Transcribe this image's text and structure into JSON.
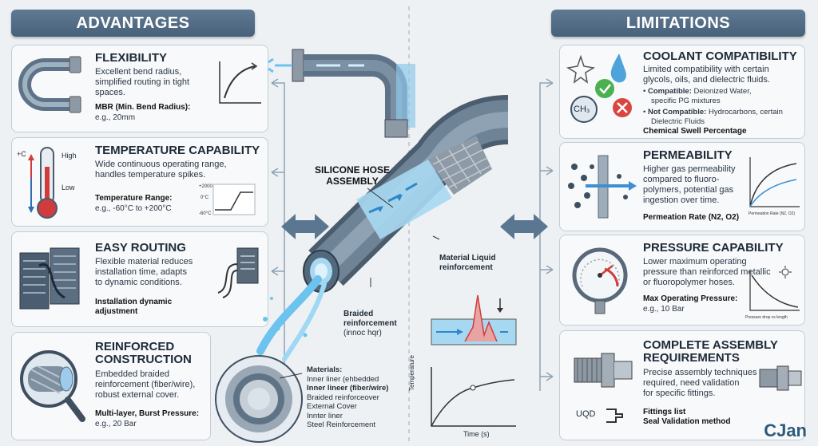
{
  "advantages": {
    "title": "ADVANTAGES",
    "flexibility": {
      "title": "FLEXIBILITY",
      "desc_lines": [
        "Excellent bend radius,",
        "simplified routing in tight",
        "spaces."
      ],
      "sub_label": "MBR (Min. Bend Radius):",
      "sub_value": "e.g., 20mm"
    },
    "temperature": {
      "title": "TEMPERATURE CAPABILITY",
      "desc_lines": [
        "Wide continuous operating range,",
        "handles temperature spikes."
      ],
      "sub_label": "Temperature Range:",
      "sub_value": "e.g., -60°C to +200°C",
      "thermo_labels": [
        "+C",
        "High",
        "Low"
      ],
      "graph_ticks": [
        "+2000",
        "0°C",
        "-60°C"
      ]
    },
    "routing": {
      "title": "EASY ROUTING",
      "desc_lines": [
        "Flexible material reduces",
        "installation time, adapts",
        "to dynamic conditions."
      ],
      "sub_lines": [
        "Installation dynamic",
        "adjustment"
      ]
    },
    "reinforced": {
      "title_lines": [
        "REINFORCED",
        "CONSTRUCTION"
      ],
      "desc_lines": [
        "Embedded braided",
        "reinforcement (fiber/wire),",
        "robust external cover."
      ],
      "sub_label": "Multi-layer, Burst Pressure:",
      "sub_value": "e.g., 20 Bar"
    }
  },
  "limitations": {
    "title": "LIMITATIONS",
    "coolant": {
      "title": "COOLANT COMPATIBILITY",
      "desc_lines": [
        "Limited compatibility with certain",
        "glycols, oils, and dielectric fluids."
      ],
      "compatible_label": "Compatible:",
      "compatible_value": "Deionized Water,",
      "compatible_value_2": "specific PG mixtures",
      "not_compatible_label": "Not Compatible:",
      "not_compatible_value": "Hydrocarbons, certain",
      "not_compatible_value_2": "Dielectric Fluids",
      "sub_label": "Chemical Swell Percentage",
      "chem_label": "CH₃"
    },
    "permeability": {
      "title": "PERMEABILITY",
      "desc_lines": [
        "Higher gas permeability",
        "compared to fluoro-",
        "polymers, potential gas",
        "ingestion over time."
      ],
      "sub_label": "Permeation Rate (N2, O2)",
      "graph_caption": "Permeation Rate (N2, O2)"
    },
    "pressure": {
      "title": "PRESSURE CAPABILITY",
      "desc_lines": [
        "Lower maximum operating",
        "pressure than reinforced metallic",
        "or fluoropolymer hoses."
      ],
      "sub_label": "Max Operating Pressure:",
      "sub_value": "e.g., 10 Bar",
      "graph_caption": "Pressure drop vs length"
    },
    "assembly": {
      "title_lines": [
        "COMPLETE ASSEMBLY",
        "REQUIREMENTS"
      ],
      "desc_lines": [
        "Precise assembly techniques",
        "required, need validation",
        "for specific fittings."
      ],
      "sub_lines": [
        "Fittings list",
        "Seal Validation method"
      ],
      "uqd_label": "UQD"
    }
  },
  "center": {
    "hose_title_lines": [
      "SILICONE HOSE",
      "ASSEMBLY"
    ],
    "material_label_lines": [
      "Material Liquid",
      "reinforcement"
    ],
    "braided_label_lines": [
      "Braided",
      "reinforcement",
      "(innoc hqr)"
    ],
    "materials_list": [
      "Materials:",
      "Inner liner (ehbedded",
      "Inner lineer (fiber/wire)",
      "Braided reinforceover",
      "External Cover",
      "Innter liner",
      "Steel Reinforcement"
    ],
    "graph": {
      "ylabel": "Temperature",
      "xlabel": "Time (s)"
    }
  },
  "brand": "CJan",
  "colors": {
    "banner": "#536d85",
    "accent_blue": "#3d8fd1",
    "water": "#6cc3ef",
    "arrow": "#5b7690"
  }
}
